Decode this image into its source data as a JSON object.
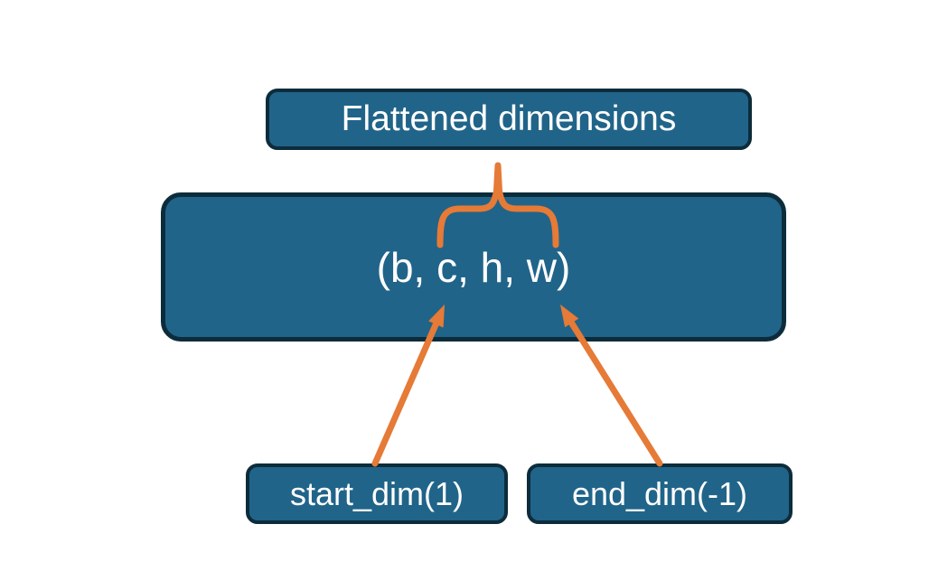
{
  "diagram": {
    "nodes": {
      "flattened": {
        "label": "Flattened dimensions"
      },
      "tensor": {
        "label": "(b, c, h, w)"
      },
      "start_dim": {
        "label": "start_dim(1)"
      },
      "end_dim": {
        "label": "end_dim(-1)"
      }
    },
    "colors": {
      "background": "#ffffff",
      "node_fill": "#216489",
      "node_border": "#0d2c3b",
      "node_text": "#ffffff",
      "connector": "#e67a37"
    }
  }
}
